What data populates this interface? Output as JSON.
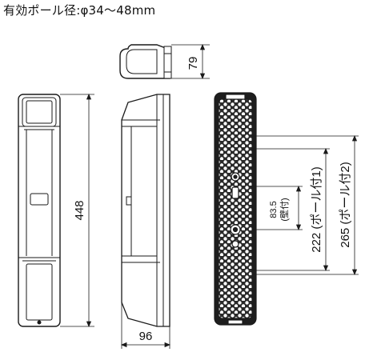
{
  "title": "有効ポール径:φ34〜48mm",
  "dimensions": {
    "top_height": "79",
    "overall_height": "448",
    "depth": "96",
    "wall_mount_value": "83.5",
    "wall_mount_note": "(壁付)",
    "pole1": "222 (ポール付1)",
    "pole2": "265 (ポール付2)"
  },
  "colors": {
    "line": "#1a1a1a",
    "fill_dark": "#2b2b2b",
    "fill_light": "#ffffff"
  }
}
